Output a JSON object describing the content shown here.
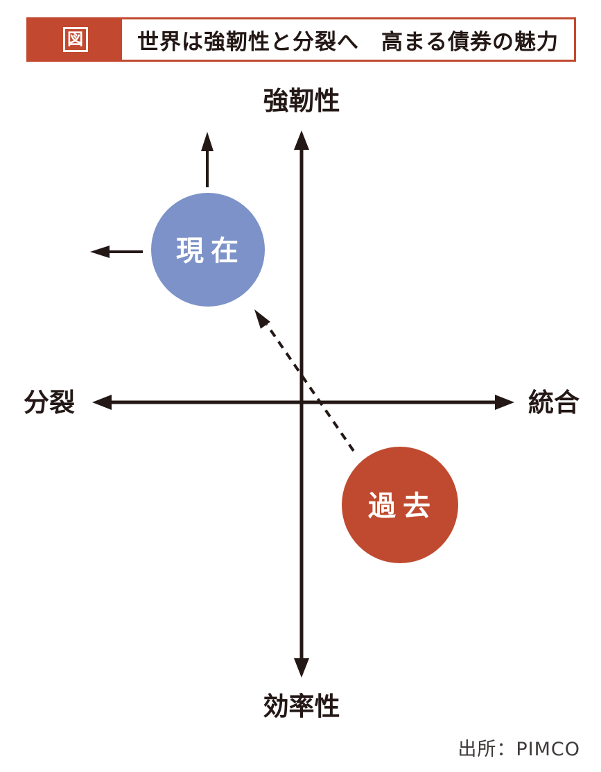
{
  "header": {
    "tag": "図",
    "title": "世界は強靭性と分裂へ　高まる債券の魅力"
  },
  "axes": {
    "top": "強靭性",
    "bottom": "効率性",
    "left": "分裂",
    "right": "統合"
  },
  "nodes": {
    "present": {
      "label": "現在"
    },
    "past": {
      "label": "過去"
    }
  },
  "source": "出所：PIMCO",
  "colors": {
    "accent_red": "#C2492F",
    "node_present": "#7C92C8",
    "node_past": "#C04A2F",
    "ink": "#231815"
  }
}
